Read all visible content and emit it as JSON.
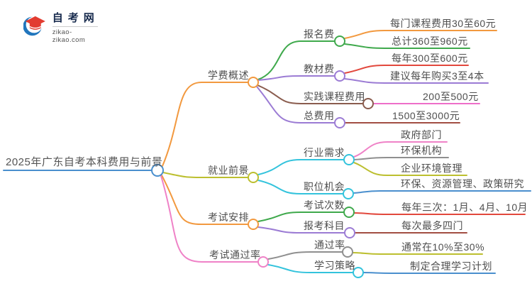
{
  "logo": {
    "title": "自考网",
    "domain": "zikao-zikao.com",
    "icon": "graduation-cap-icon",
    "colors": {
      "crescent_blue": "#2176bd",
      "cap_red": "#e23c31",
      "title_navy": "#16294c"
    }
  },
  "palette": {
    "blue": "#4a8fce",
    "orange": "#f2993f",
    "green": "#3fa94c",
    "purple": "#9b7bd4",
    "brown": "#8a5c4e",
    "olive": "#bcbf2f",
    "cyan": "#33c3dc",
    "pink": "#ef82c7",
    "red": "#e2483d",
    "maroon": "#a24e43",
    "magenta": "#ee6ec9",
    "gray": "#8f8f8f",
    "text": "#4f4f4f"
  },
  "mindmap": {
    "root": {
      "label": "2025年广东自考本科费用与前景",
      "color": "#4a8fce"
    },
    "branches": [
      {
        "label": "学费概述",
        "color": "#f2993f",
        "children": [
          {
            "label": "报名费",
            "color": "#3fa94c",
            "children": [
              {
                "label": "每门课程费用30至60元",
                "color": "#f2993f"
              },
              {
                "label": "总计360至960元",
                "color": "#3fa94c"
              }
            ]
          },
          {
            "label": "教材费",
            "color": "#9b7bd4",
            "children": [
              {
                "label": "每年300至600元",
                "color": "#e2483d"
              },
              {
                "label": "建议每年购买3至4本",
                "color": "#9b7bd4"
              }
            ]
          },
          {
            "label": "实践课程费用",
            "color": "#8a5c4e",
            "children": [
              {
                "label": "200至500元",
                "color": "#ee6ec9"
              }
            ]
          },
          {
            "label": "总费用",
            "color": "#9b7bd4",
            "children": [
              {
                "label": "1500至3000元",
                "color": "#a24e43"
              }
            ]
          }
        ]
      },
      {
        "label": "就业前景",
        "color": "#bcbf2f",
        "children": [
          {
            "label": "行业需求",
            "color": "#33c3dc",
            "children": [
              {
                "label": "政府部门",
                "color": "#ef82c7"
              },
              {
                "label": "环保机构",
                "color": "#8f8f8f"
              },
              {
                "label": "企业环境管理",
                "color": "#bcbf2f"
              }
            ]
          },
          {
            "label": "职位机会",
            "color": "#33c3dc",
            "children": [
              {
                "label": "环保、资源管理、政策研究",
                "color": "#4a8fce"
              }
            ]
          }
        ]
      },
      {
        "label": "考试安排",
        "color": "#f2993f",
        "children": [
          {
            "label": "考试次数",
            "color": "#3fa94c",
            "children": [
              {
                "label": "每年三次：1月、4月、10月",
                "color": "#e2483d"
              }
            ]
          },
          {
            "label": "报考科目",
            "color": "#9b7bd4",
            "children": [
              {
                "label": "每次最多四门",
                "color": "#a24e43"
              }
            ]
          }
        ]
      },
      {
        "label": "考试通过率",
        "color": "#ef82c7",
        "children": [
          {
            "label": "通过率",
            "color": "#8f8f8f",
            "children": [
              {
                "label": "通常在10%至30%",
                "color": "#bcbf2f"
              }
            ]
          },
          {
            "label": "学习策略",
            "color": "#33c3dc",
            "children": [
              {
                "label": "制定合理学习计划",
                "color": "#4a8fce"
              }
            ]
          }
        ]
      }
    ]
  }
}
